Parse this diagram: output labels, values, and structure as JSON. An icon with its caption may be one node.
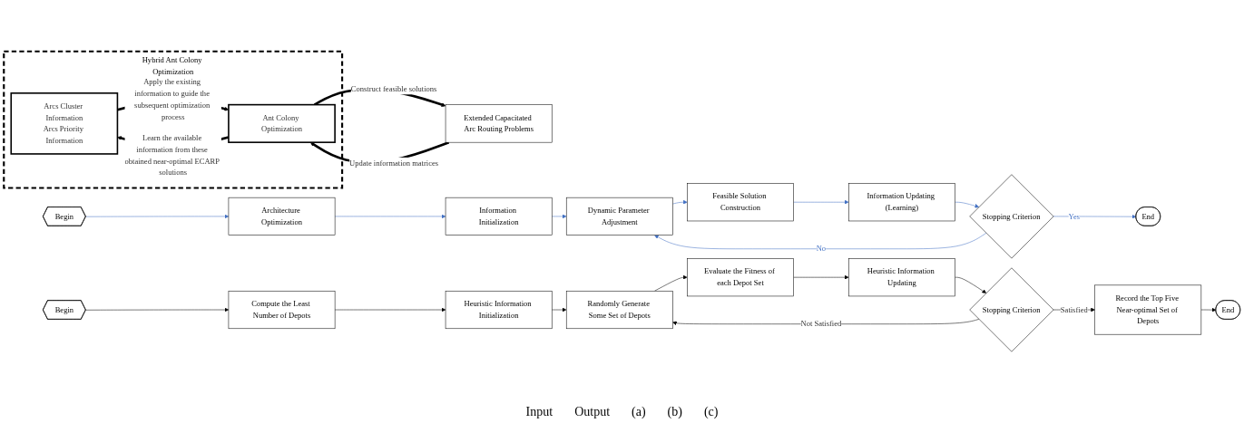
{
  "diagram": {
    "nodes": [
      {
        "text": [
          "Hybrid Ant Colony Optimization"
        ]
      },
      {
        "text": [
          "Arcs Cluster Information",
          "Arcs Priority Information"
        ],
        "in": 0
      },
      {
        "text": [
          "Ant Colony Optimization"
        ],
        "in": 0
      },
      {
        "text": [
          "Extended Capacitated Arc Routing Problems"
        ]
      },
      {
        "text": [
          "Begin"
        ]
      },
      {
        "text": [
          "Architecture Optimization"
        ]
      },
      {
        "text": [
          "Information Initialization"
        ]
      },
      {
        "text": [
          "Dynamic Parameter Adjustment"
        ]
      },
      {
        "text": [
          "Feasible Solution Construction"
        ]
      },
      {
        "text": [
          "Information Updating (Learning)"
        ]
      },
      {
        "text": [
          "Stopping Criterion"
        ]
      },
      {
        "text": [
          "End"
        ]
      },
      {
        "text": [
          "Begin"
        ]
      },
      {
        "text": [
          "Compute the Least Number of Depots"
        ]
      },
      {
        "text": [
          "Heuristic Information Initialization"
        ]
      },
      {
        "text": [
          "Randomly Generate Some Set of Depots"
        ]
      },
      {
        "text": [
          "Evaluate the Fitness of each Depot Set"
        ]
      },
      {
        "text": [
          "Heuristic Information Updating"
        ]
      },
      {
        "text": [
          "Stopping Criterion"
        ]
      },
      {
        "text": [
          "Record the Top Five Near-optimal Set of Depots"
        ]
      },
      {
        "text": [
          "End"
        ]
      }
    ],
    "edges": [
      {
        "from": 1,
        "to": 2,
        "arrow": "to",
        "label": "Apply the existing information to guide the subsequent optimization process",
        "style": "thick"
      },
      {
        "from": 2,
        "to": 1,
        "arrow": "to",
        "label": "Learn the available information from these obtained near-optimal ECARP solutions",
        "style": "thick"
      },
      {
        "from": 2,
        "to": 3,
        "arrow": "to",
        "label": "Construct feasible solutions",
        "style": "thick"
      },
      {
        "from": 3,
        "to": 2,
        "arrow": "to",
        "label": "Update information matrices",
        "style": "thick"
      },
      {
        "from": 4,
        "to": 5,
        "arrow": "to",
        "color": "#4472c4"
      },
      {
        "from": 5,
        "to": 6,
        "arrow": "to",
        "color": "#4472c4"
      },
      {
        "from": 6,
        "to": 7,
        "arrow": "to",
        "color": "#4472c4"
      },
      {
        "from": 7,
        "to": 8,
        "arrow": "to",
        "color": "#4472c4"
      },
      {
        "from": 8,
        "to": 9,
        "arrow": "to",
        "color": "#4472c4"
      },
      {
        "from": 9,
        "to": 10,
        "arrow": "to",
        "color": "#4472c4"
      },
      {
        "from": 10,
        "to": 11,
        "arrow": "to",
        "label": "Yes",
        "color": "#4472c4"
      },
      {
        "from": 10,
        "to": 7,
        "arrow": "to",
        "label": "No",
        "color": "#4472c4"
      },
      {
        "from": 12,
        "to": 13,
        "arrow": "to"
      },
      {
        "from": 13,
        "to": 14,
        "arrow": "to"
      },
      {
        "from": 14,
        "to": 15,
        "arrow": "to"
      },
      {
        "from": 15,
        "to": 16,
        "arrow": "to"
      },
      {
        "from": 16,
        "to": 17,
        "arrow": "to"
      },
      {
        "from": 17,
        "to": 18,
        "arrow": "to"
      },
      {
        "from": 18,
        "to": 19,
        "arrow": "to",
        "label": "Satisfied"
      },
      {
        "from": 18,
        "to": 15,
        "arrow": "to",
        "label": "Not Satisfied"
      },
      {
        "from": 19,
        "to": 20,
        "arrow": "to"
      }
    ],
    "labels": [
      "Input",
      "Output",
      "(a)",
      "(b)",
      "(c)"
    ]
  }
}
